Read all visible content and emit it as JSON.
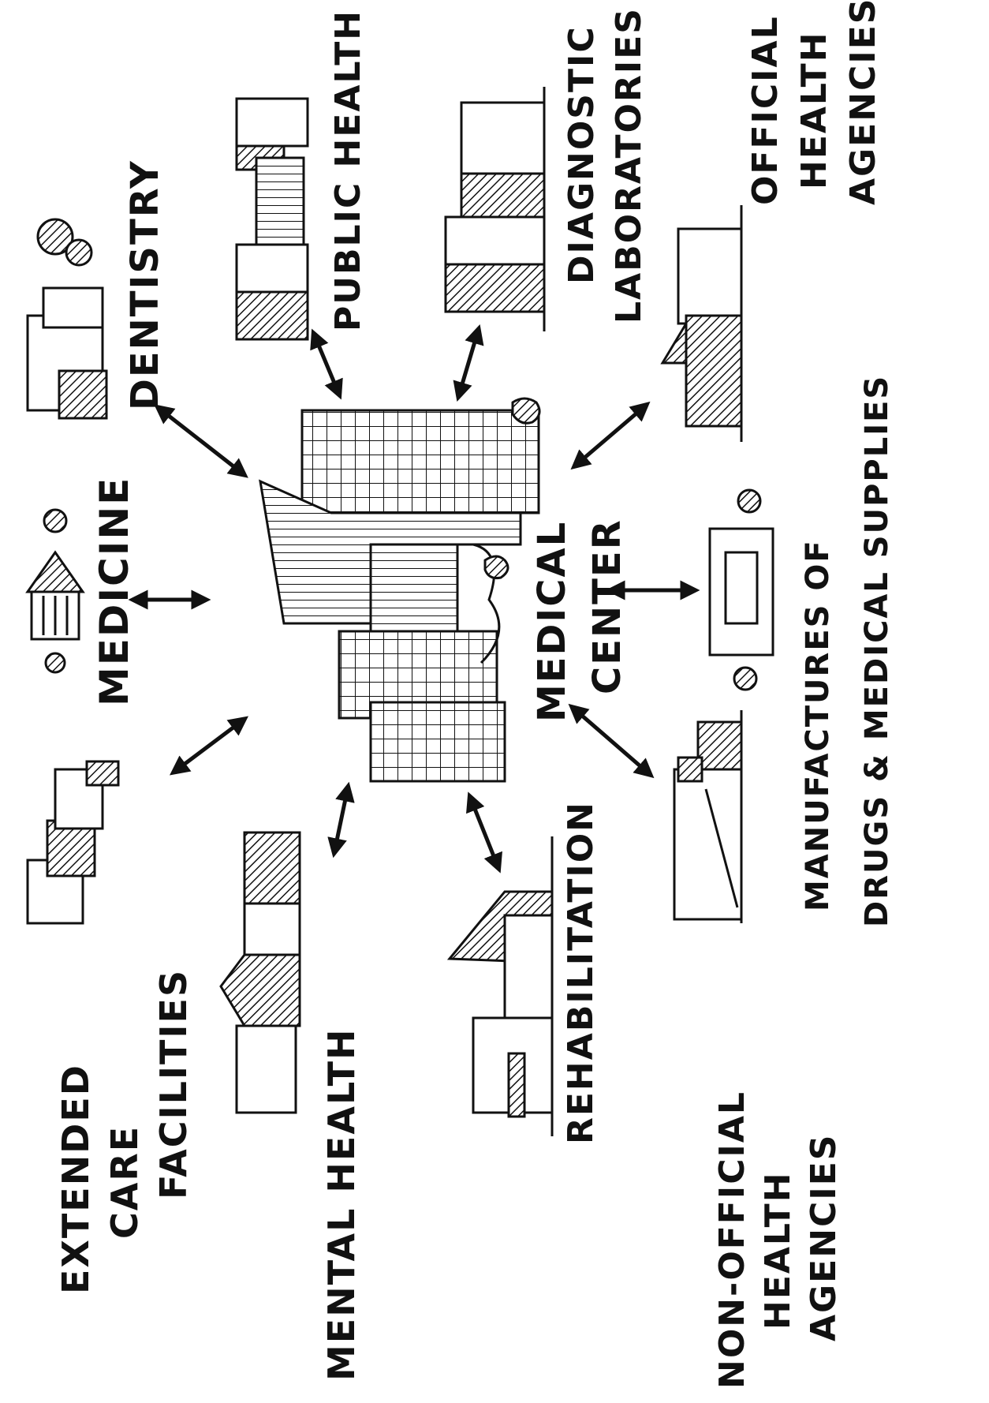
{
  "center": {
    "line1": "MEDICAL",
    "line2": "CENTER"
  },
  "nodes": {
    "extended_care": {
      "line1": "EXTENDED",
      "line2": "CARE",
      "line3": "FACILITIES"
    },
    "medicine": {
      "label": "MEDICINE"
    },
    "dentistry": {
      "label": "DENTISTRY"
    },
    "public_health": {
      "label": "PUBLIC HEALTH"
    },
    "diagnostic_laboratories": {
      "line1": "DIAGNOSTIC",
      "line2": "LABORATORIES"
    },
    "official_health_agencies": {
      "line1": "OFFICIAL",
      "line2": "HEALTH",
      "line3": "AGENCIES"
    },
    "manufactures": {
      "line1": "MANUFACTURES OF",
      "line2": "DRUGS & MEDICAL SUPPLIES"
    },
    "non_official_health_agencies": {
      "line1": "NON-OFFICIAL",
      "line2": "HEALTH",
      "line3": "AGENCIES"
    },
    "rehabilitation": {
      "label": "REHABILITATION"
    },
    "mental_health": {
      "label": "MENTAL HEALTH"
    }
  }
}
